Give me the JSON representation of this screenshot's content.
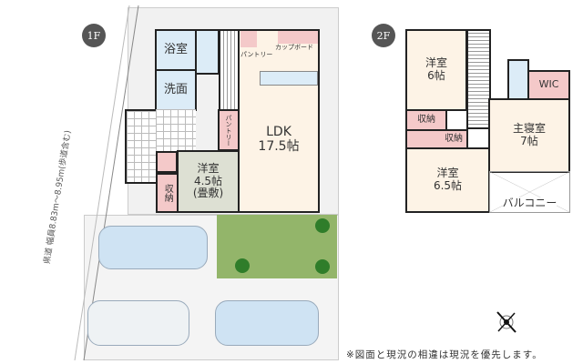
{
  "floor1": {
    "badge": "1F",
    "rooms": {
      "bath": "浴室",
      "washroom": "洗面",
      "ldk_name": "LDK",
      "ldk_size": "17.5帖",
      "western_name": "洋室",
      "western_size": "4.5帖",
      "western_note": "(畳敷)",
      "storage": "収納",
      "pantry_vertical": "パントリー",
      "pantry": "パントリー",
      "cupboard": "カップボード"
    }
  },
  "floor2": {
    "badge": "2F",
    "rooms": {
      "western1_name": "洋室",
      "western1_size": "6帖",
      "western2_name": "洋室",
      "western2_size": "6.5帖",
      "master_name": "主寝室",
      "master_size": "7帖",
      "wic": "WIC",
      "storage1": "収納",
      "storage2": "収納",
      "balcony": "バルコニー"
    }
  },
  "road_label": "県道 幅員8.83m～8.95m(歩道含む)",
  "disclaimer": "※図面と現況の相違は現況を優先します。",
  "icons": {
    "compass": "compass-icon"
  },
  "colors": {
    "wet_area": "#dcecf7",
    "living": "#fdf3e6",
    "storage": "#f4c9c9",
    "tatami": "#dde0d3",
    "lawn": "#93b56a",
    "wall": "#222222"
  }
}
